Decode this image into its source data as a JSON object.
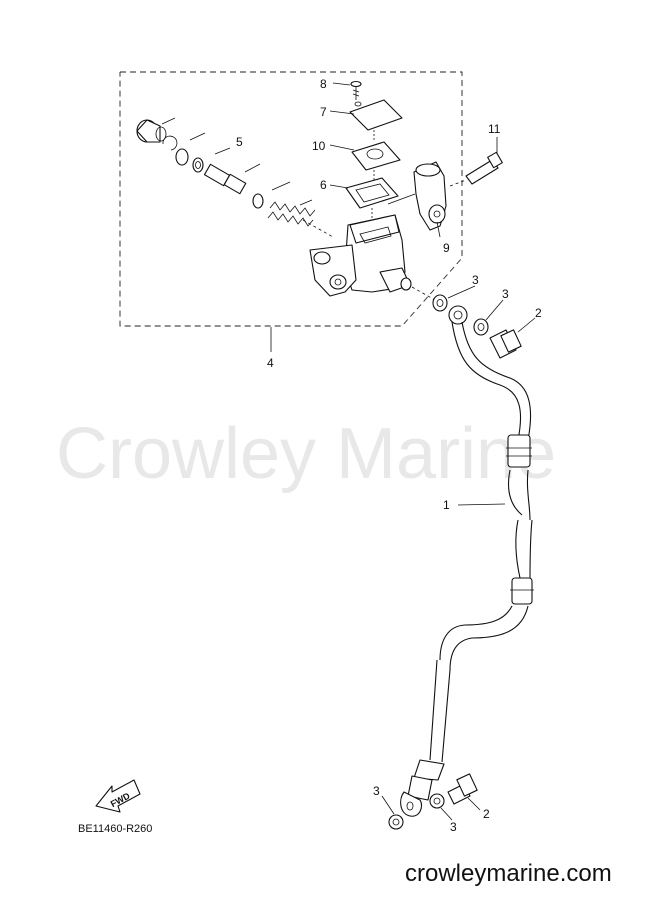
{
  "watermark": "Crowley Marine",
  "site_url": "crowleymarine.com",
  "drawing_code": "BE11460-R260",
  "fwd_label": "FWD",
  "callouts": {
    "c1": "1",
    "c2a": "2",
    "c2b": "2",
    "c3a": "3",
    "c3b": "3",
    "c3c": "3",
    "c3d": "3",
    "c4": "4",
    "c5": "5",
    "c6": "6",
    "c7": "7",
    "c8": "8",
    "c9": "9",
    "c10": "10",
    "c11": "11"
  }
}
